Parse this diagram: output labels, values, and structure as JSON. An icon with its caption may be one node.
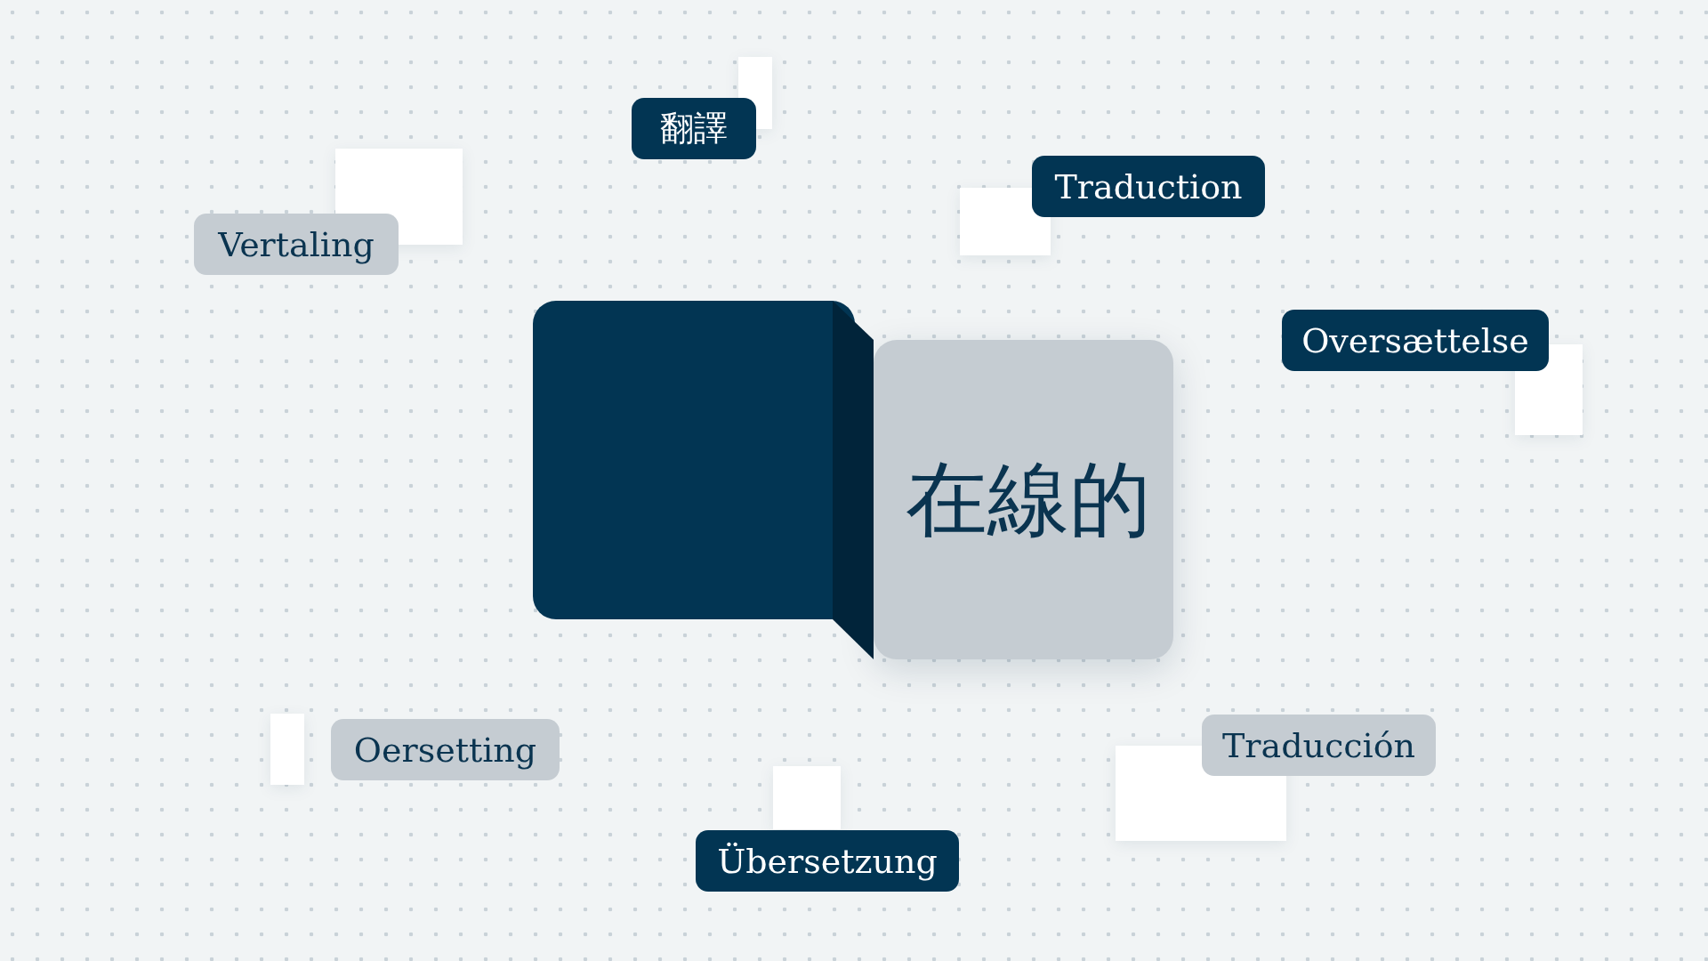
{
  "diagram": {
    "nodes": [
      {
        "text": [
          "翻譯"
        ]
      },
      {
        "text": [
          "Traduction"
        ]
      },
      {
        "text": [
          "Vertaling"
        ]
      },
      {
        "text": [
          "Oversættelse"
        ]
      },
      {
        "text": [],
        "shape": "box"
      },
      {
        "text": [
          "在線的"
        ]
      },
      {
        "text": [
          "Traducción"
        ]
      },
      {
        "text": [
          "Oersetting"
        ]
      },
      {
        "text": [
          "Übersetzung"
        ]
      }
    ]
  }
}
